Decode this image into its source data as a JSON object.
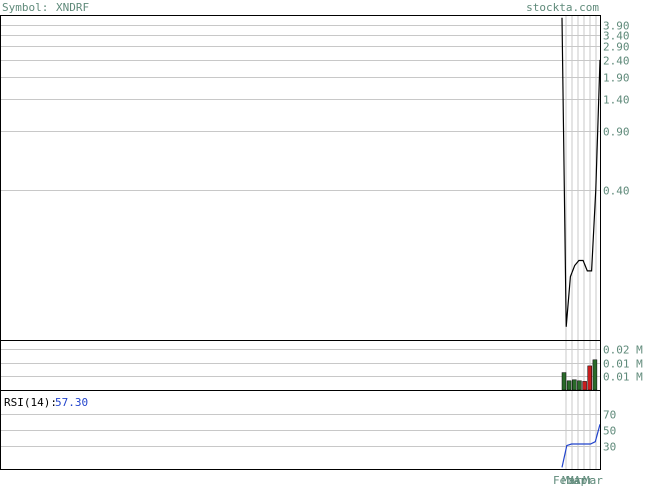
{
  "header": {
    "symbol_label": "Symbol:",
    "symbol": "XNDRF",
    "source": "stockta.com"
  },
  "colors": {
    "axis_text": "#5f8a7a",
    "grid": "#c8c8c8",
    "frame": "#000000",
    "price_line": "#000000",
    "vol_up": "#2a6a2a",
    "vol_down": "#c81e1e",
    "rsi_line": "#2244cc",
    "rsi_value": "#2244cc"
  },
  "chart_data": [
    {
      "type": "line",
      "scale": "log",
      "y_ticks": [
        3.9,
        3.4,
        2.9,
        2.4,
        1.9,
        1.4,
        0.9,
        0.4
      ],
      "y_tick_labels": [
        "3.90",
        "3.40",
        "2.90",
        "2.40",
        "1.90",
        "1.40",
        "0.90",
        "0.40"
      ],
      "ylim": [
        0.05,
        4.4
      ],
      "series": [
        {
          "values": [
            4.3,
            0.06,
            0.12,
            0.14,
            0.15,
            0.15,
            0.13,
            0.13,
            0.4,
            2.4
          ]
        }
      ],
      "grid": true
    },
    {
      "type": "bar",
      "y_tick_labels": [
        "0.02 M",
        "0.01 M",
        "0.01 M"
      ],
      "y_ticks": [
        0.02,
        0.013,
        0.007
      ],
      "ylim": [
        0,
        0.024
      ],
      "values": [
        0.0085,
        0.0045,
        0.005,
        0.0045,
        0.0042,
        0.0118,
        0.0148
      ],
      "directions": [
        "up",
        "up",
        "up",
        "up",
        "down",
        "down",
        "up"
      ],
      "grid": true
    },
    {
      "type": "line",
      "label": "RSI(14):",
      "value_text": "57.30",
      "y_ticks": [
        70,
        50,
        30
      ],
      "ylim": [
        0,
        100
      ],
      "series": [
        {
          "values": [
            2,
            30,
            32,
            32,
            32,
            32,
            32,
            35,
            57.3
          ]
        }
      ],
      "x_tick_labels": [
        "Feb",
        "Mar",
        "Mar",
        "Apr",
        "Mar"
      ],
      "grid": true
    }
  ]
}
